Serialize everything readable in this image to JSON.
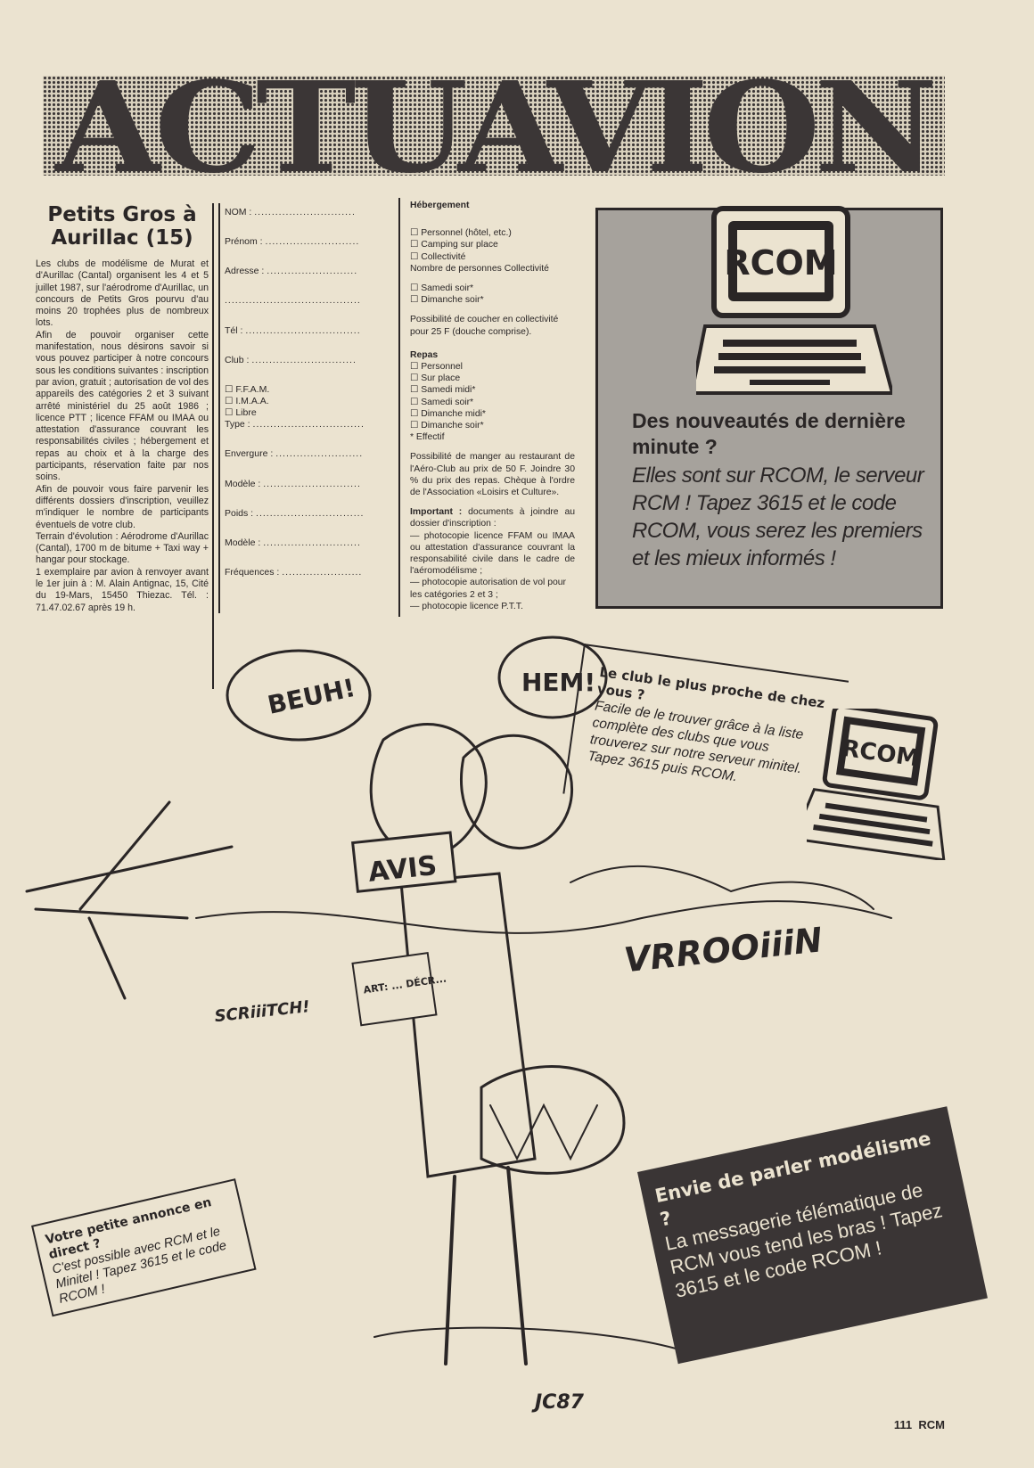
{
  "header": {
    "title": "ACTUAVION"
  },
  "article": {
    "title": "Petits Gros à Aurillac (15)",
    "paragraphs": [
      "Les clubs de modélisme de Murat et d'Aurillac (Cantal) organisent les 4 et 5 juillet 1987, sur l'aérodrome d'Aurillac, un concours de Petits Gros pourvu d'au moins 20 trophées plus de nombreux lots.",
      "Afin de pouvoir organiser cette manifestation, nous désirons savoir si vous pouvez participer à notre concours sous les conditions suivantes : inscription par avion, gratuit ; autorisation de vol des appareils des catégories 2 et 3 suivant arrêté ministériel du 25 août 1986 ; licence PTT ; licence FFAM ou IMAA ou attestation d'assurance couvrant les responsabilités civiles ; hébergement et repas au choix et à la charge des participants, réservation faite par nos soins.",
      "Afin de pouvoir vous faire parvenir les différents dossiers d'inscription, veuillez m'indiquer le nombre de participants éventuels de votre club.",
      "Terrain d'évolution : Aérodrome d'Aurillac (Cantal), 1700 m de bitume + Taxi way + hangar pour stockage.",
      "1 exemplaire par avion à renvoyer avant le 1er juin à : M. Alain Antignac, 15, Cité du 19-Mars, 15450 Thiezac. Tél. : 71.47.02.67 après 19 h."
    ]
  },
  "form": {
    "fields": [
      "NOM :",
      "Prénom :",
      "Adresse :",
      "",
      "Tél :",
      "Club :"
    ],
    "options": [
      "☐ F.F.A.M.",
      "☐ I.M.A.A.",
      "☐ Libre"
    ],
    "fields2": [
      "Type :",
      "Envergure :",
      "Modèle :",
      "Poids :",
      "Modèle :",
      "Fréquences :"
    ]
  },
  "hebergement": {
    "heading": "Hébergement",
    "options": [
      "☐ Personnel (hôtel, etc.)",
      "☐ Camping sur place",
      "☐ Collectivité"
    ],
    "count_label": "Nombre de personnes Collectivité",
    "nights": [
      "☐ Samedi soir*",
      "☐ Dimanche soir*"
    ],
    "note": "Possibilité de coucher en collectivité pour 25 F (douche comprise)."
  },
  "repas": {
    "heading": "Repas",
    "options": [
      "☐ Personnel",
      "☐ Sur place",
      "☐ Samedi midi*",
      "☐ Samedi soir*",
      "☐ Dimanche midi*",
      "☐ Dimanche soir*"
    ],
    "footnote": "* Effectif",
    "note": "Possibilité de manger au restaurant de l'Aéro-Club au prix de 50 F. Joindre 30 % du prix des repas. Chèque à l'ordre de l'Association «Loisirs et Culture».",
    "important_label": "Important :",
    "important_text": " documents à joindre au dossier d'inscription :",
    "documents": [
      "— photocopie licence FFAM ou IMAA ou attestation d'assurance couvrant la responsabilité civile dans le cadre de l'aéromodélisme ;",
      "— photocopie autorisation de vol pour les catégories 2 et 3 ;",
      "— photocopie licence P.T.T."
    ]
  },
  "rcom_ad": {
    "screen": "RCOM",
    "headline": "Des nouveautés de dernière minute ?",
    "body": "Elles sont sur RCOM, le serveur RCM ! Tapez 3615 et le code RCOM, vous serez les premiers et les mieux informés !"
  },
  "club_ad": {
    "headline": "Le club le plus proche de chez vous ?",
    "body": "Facile de le trouver grâce à la liste complète des clubs que vous trouverez sur notre serveur minitel. Tapez 3615 puis RCOM.",
    "screen": "RCOM"
  },
  "cartoon": {
    "bubble1": "BEUH!",
    "bubble2": "HEM!",
    "sign": "AVIS",
    "paper": "ART: ... DÉCR...",
    "sound1": "VRROOiiiN",
    "sound2": "SCRiiiTCH!",
    "signature": "JC87"
  },
  "annonce_ad": {
    "headline": "Votre petite annonce en direct ?",
    "body": "C'est possible avec RCM et le Minitel ! Tapez 3615 et le code RCOM !"
  },
  "parler_ad": {
    "headline": "Envie de parler modélisme ?",
    "body": "La messagerie télématique de RCM vous tend les bras ! Tapez 3615 et le code RCOM !"
  },
  "footer": {
    "page": "111",
    "brand": "RCM"
  }
}
